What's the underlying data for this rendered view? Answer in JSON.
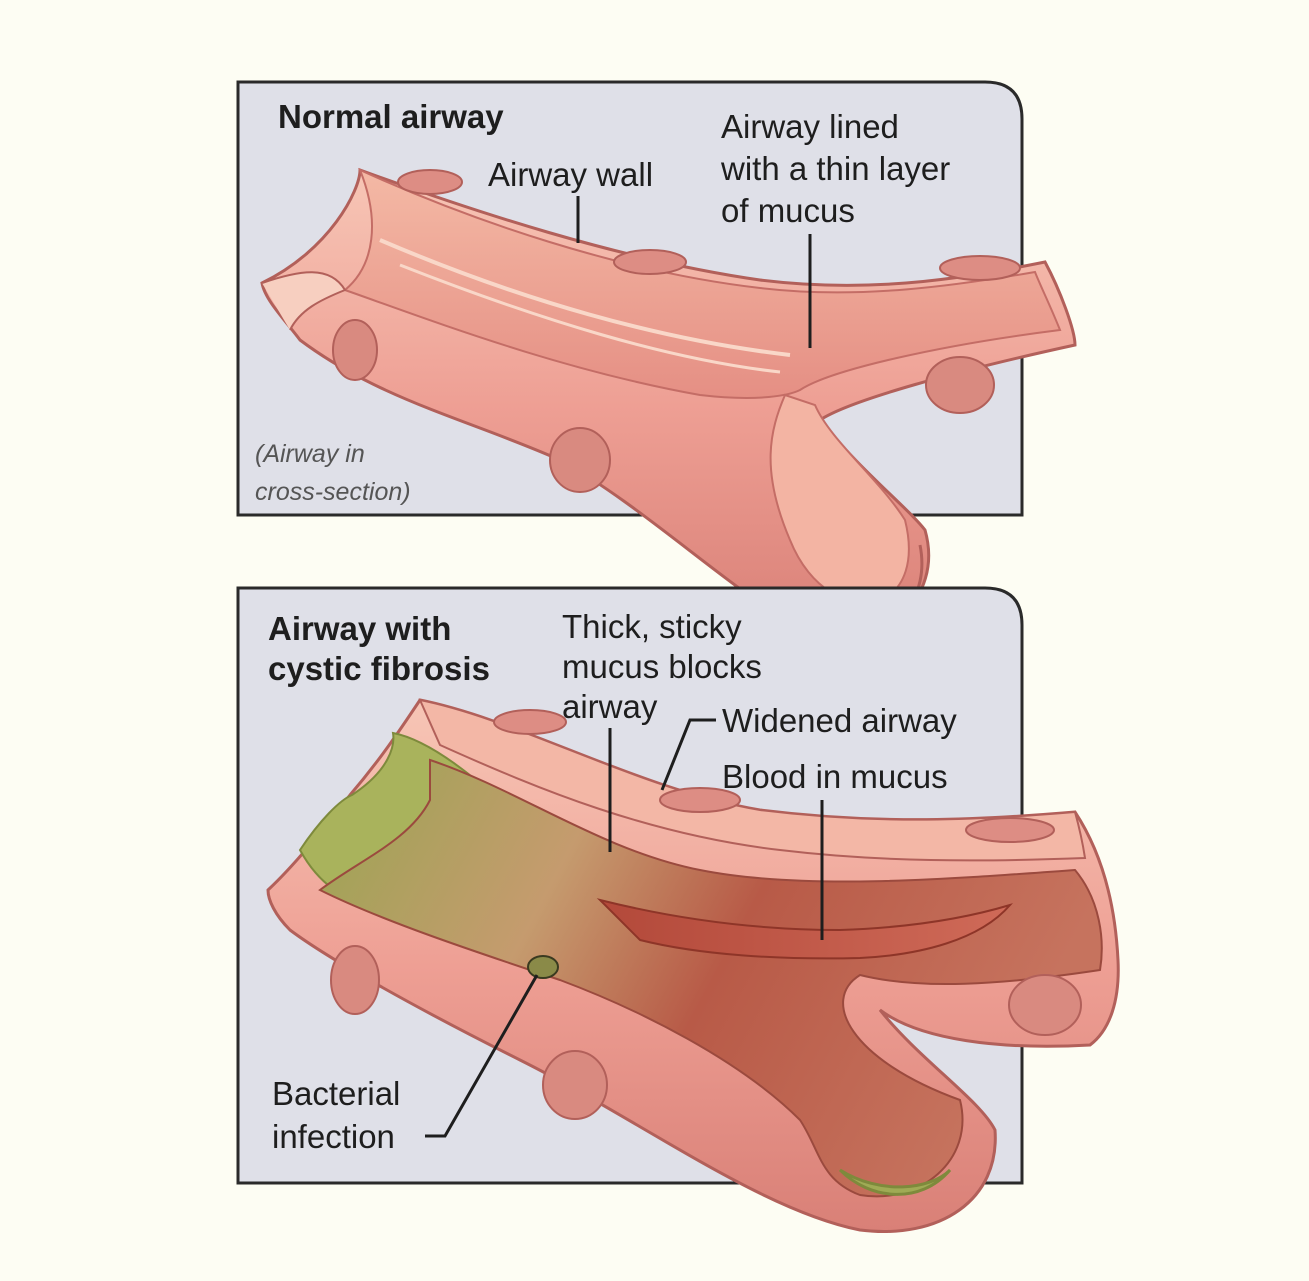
{
  "colors": {
    "background": "#fdfdf3",
    "panel_fill": "#dfe0e8",
    "panel_border": "#2a2a2a",
    "tissue_pink": "#f1a9a1",
    "tissue_dark": "#c8706a",
    "mucus_green": "#a6b05a",
    "blood_red": "#b84a3c"
  },
  "normal_panel": {
    "title": "Normal airway",
    "wall_label": "Airway wall",
    "lining_label_lines": [
      "Airway lined",
      "with a thin layer",
      "of mucus"
    ],
    "note_lines": [
      "(Airway in",
      "cross-section)"
    ]
  },
  "cf_panel": {
    "title_lines": [
      "Airway with",
      "cystic fibrosis"
    ],
    "mucus_label_lines": [
      "Thick, sticky",
      "mucus blocks",
      "airway"
    ],
    "widened_label": "Widened airway",
    "blood_label": "Blood in mucus",
    "bacteria_label_lines": [
      "Bacterial",
      "infection"
    ]
  }
}
